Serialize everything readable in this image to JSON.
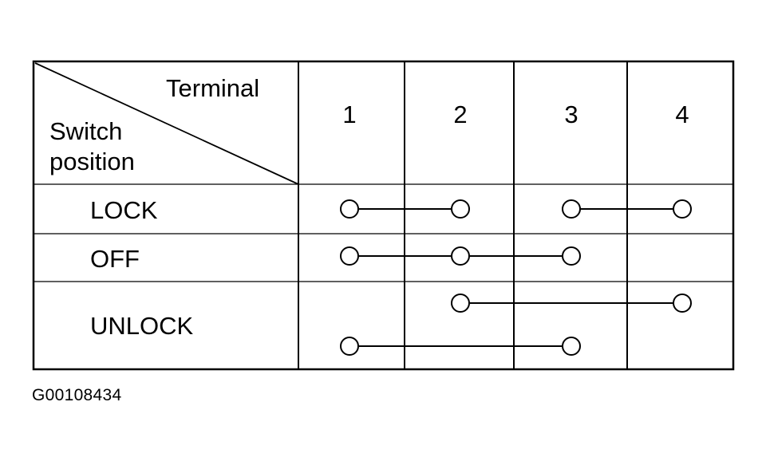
{
  "header": {
    "column_caption": "Terminal",
    "row_caption_line1": "Switch",
    "row_caption_line2": "position"
  },
  "terminals": [
    "1",
    "2",
    "3",
    "4"
  ],
  "positions": [
    {
      "label": "LOCK",
      "connections": [
        [
          "1",
          "2"
        ],
        [
          "3",
          "4"
        ]
      ]
    },
    {
      "label": "OFF",
      "connections": [
        [
          "1",
          "2",
          "3"
        ]
      ]
    },
    {
      "label": "UNLOCK",
      "connections": [
        [
          "2",
          "4"
        ],
        [
          "1",
          "3"
        ]
      ]
    }
  ],
  "figure_id": "G00108434"
}
